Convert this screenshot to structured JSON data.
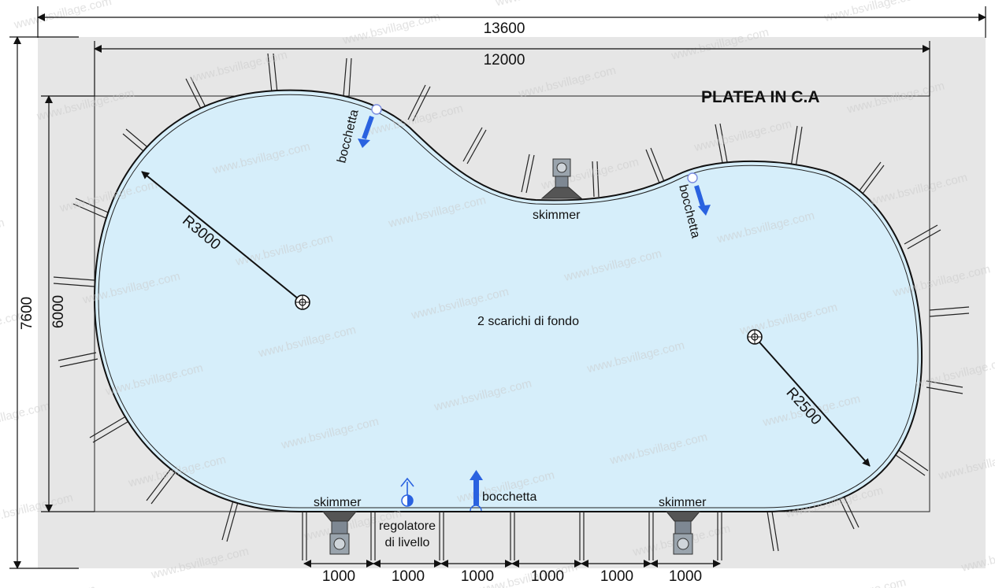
{
  "title": "PLATEA IN C.A",
  "dimensions": {
    "overall_width": "13600",
    "pool_width": "12000",
    "overall_height": "7600",
    "pool_height": "6000",
    "radius_left": "R3000",
    "radius_right": "R2500",
    "bottom_spacings": [
      "1000",
      "1000",
      "1000",
      "1000",
      "1000",
      "1000"
    ]
  },
  "labels": {
    "center": "2 scarichi di fondo",
    "skimmer_top": "skimmer",
    "skimmer_bottom_left": "skimmer",
    "skimmer_bottom_right": "skimmer",
    "bocchetta_top_left": "bocchetta",
    "bocchetta_top_right": "bocchetta",
    "bocchetta_bottom": "bocchetta",
    "regolatore_line1": "regolatore",
    "regolatore_line2": "di livello"
  },
  "watermark": "www.bsvillage.com",
  "colors": {
    "slab": "#e6e6e6",
    "water": "#d6eefa",
    "arrow_blue": "#2a62e0",
    "line": "#111111"
  }
}
